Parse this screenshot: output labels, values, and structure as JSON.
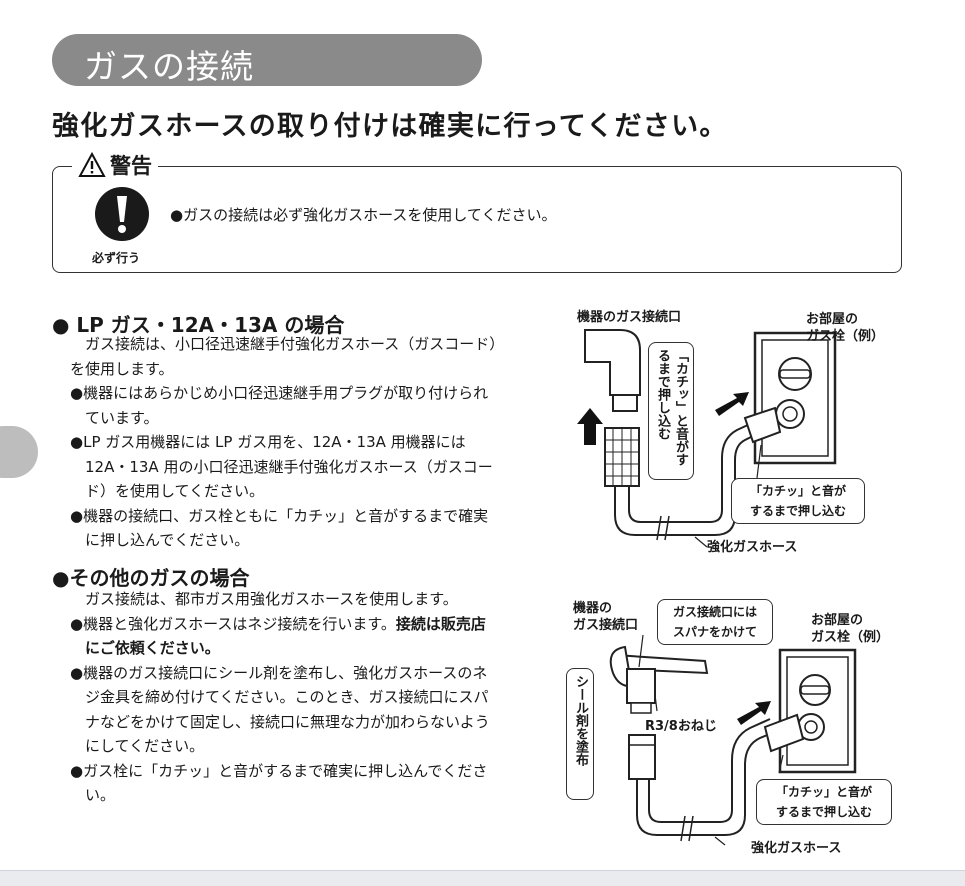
{
  "heading": "ガスの接続",
  "subtitle": "強化ガスホースの取り付けは確実に行ってください。",
  "warning": {
    "label": "警告",
    "icon_label": "必ず行う",
    "text": "●ガスの接続は必ず強化ガスホースを使用してください。"
  },
  "section_lp": {
    "title": "● LP ガス・12A・13A の場合",
    "lines": [
      "　ガス接続は、小口径迅速継手付強化ガスホース（ガスコード）",
      "を使用します。",
      "●機器にはあらかじめ小口径迅速継手用プラグが取り付けられ",
      "　ています。",
      "●LP ガス用機器には LP ガス用を、12A・13A 用機器には",
      "　12A・13A 用の小口径迅速継手付強化ガスホース（ガスコー",
      "　ド）を使用してください。",
      "●機器の接続口、ガス栓ともに「カチッ」と音がするまで確実",
      "　に押し込んでください。"
    ]
  },
  "section_other": {
    "title": "●その他のガスの場合",
    "line1": "　ガス接続は、都市ガス用強化ガスホースを使用します。",
    "line2_a": "●機器と強化ガスホースはネジ接続を行います。",
    "line2_b": "接続は販売店",
    "line3": "　にご依頼ください。",
    "lines_rest": [
      "●機器のガス接続口にシール剤を塗布し、強化ガスホースのネ",
      "　ジ金具を締め付けてください。このとき、ガス接続口にスパ",
      "　ナなどをかけて固定し、接続口に無理な力が加わらないよう",
      "　にしてください。",
      "●ガス栓に「カチッ」と音がするまで確実に押し込んでくださ",
      "　い。"
    ]
  },
  "diagram1": {
    "device_port": "機器のガス接続口",
    "valve": [
      "お部屋の",
      "ガス栓（例）"
    ],
    "vertical_callout": "「カチッ」と音がするまで押し込む",
    "callout": [
      "「カチッ」と音が",
      "するまで押し込む"
    ],
    "hose": "強化ガスホース"
  },
  "diagram2": {
    "device_port": [
      "機器の",
      "ガス接続口"
    ],
    "spanner": [
      "ガス接続口には",
      "スパナをかけて"
    ],
    "valve": [
      "お部屋の",
      "ガス栓（例）"
    ],
    "sealant": "シール剤を塗布",
    "thread": "R3/8おねじ",
    "callout": [
      "「カチッ」と音が",
      "するまで押し込む"
    ],
    "hose": "強化ガスホース"
  }
}
